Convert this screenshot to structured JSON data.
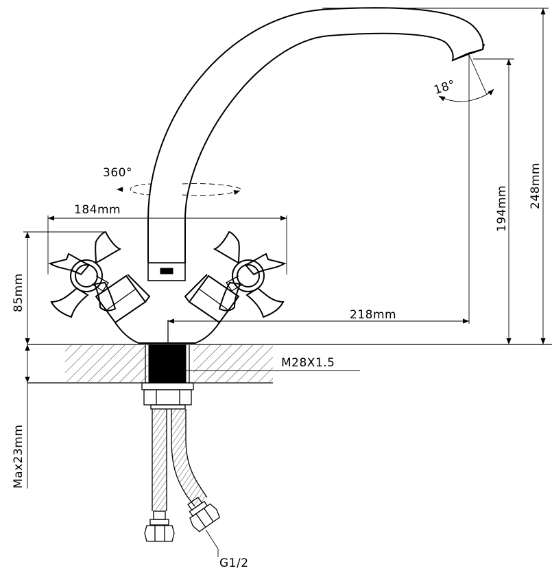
{
  "labels": {
    "rotation": "360°",
    "spout_angle": "18°",
    "width_between_centers": "184mm",
    "handle_height": "85mm",
    "spout_reach": "218mm",
    "spout_height": "194mm",
    "total_height": "248mm",
    "thread": "M28X1.5",
    "max_counter_thickness": "Max23mm",
    "hose_thread": "G1/2"
  }
}
